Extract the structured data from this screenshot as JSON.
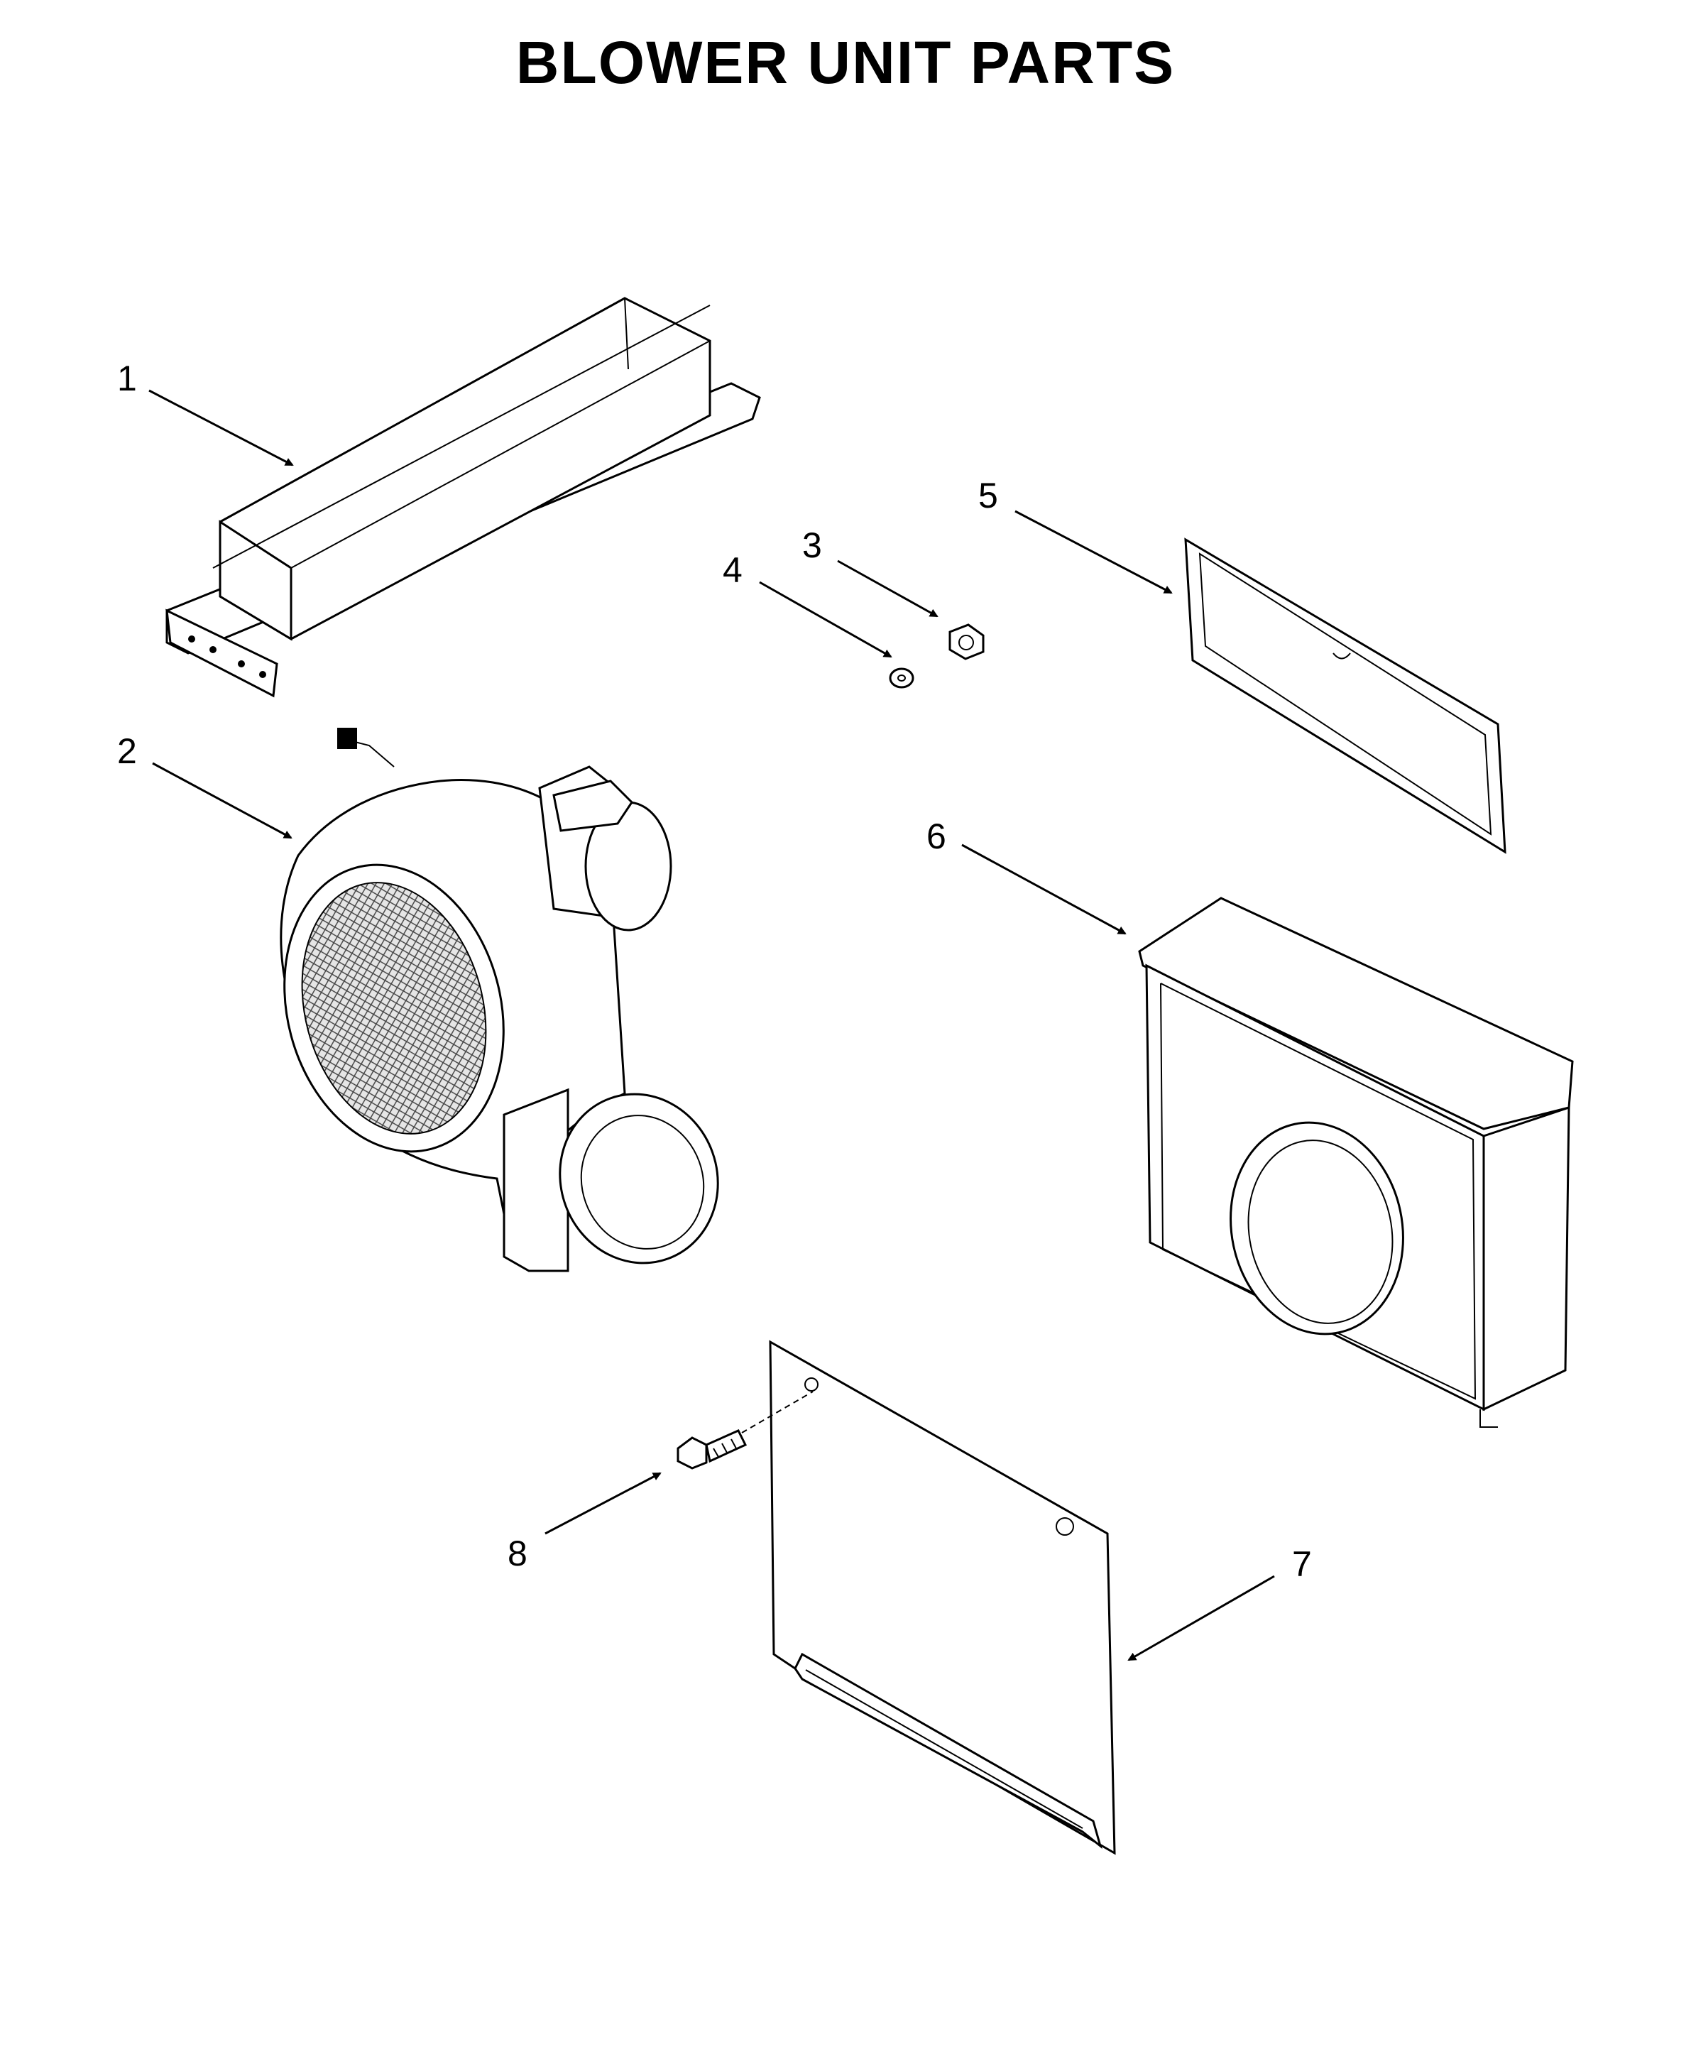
{
  "title": "BLOWER UNIT PARTS",
  "callouts": [
    {
      "id": "1",
      "label": "1"
    },
    {
      "id": "2",
      "label": "2"
    },
    {
      "id": "3",
      "label": "3"
    },
    {
      "id": "4",
      "label": "4"
    },
    {
      "id": "5",
      "label": "5"
    },
    {
      "id": "6",
      "label": "6"
    },
    {
      "id": "7",
      "label": "7"
    },
    {
      "id": "8",
      "label": "8"
    }
  ]
}
